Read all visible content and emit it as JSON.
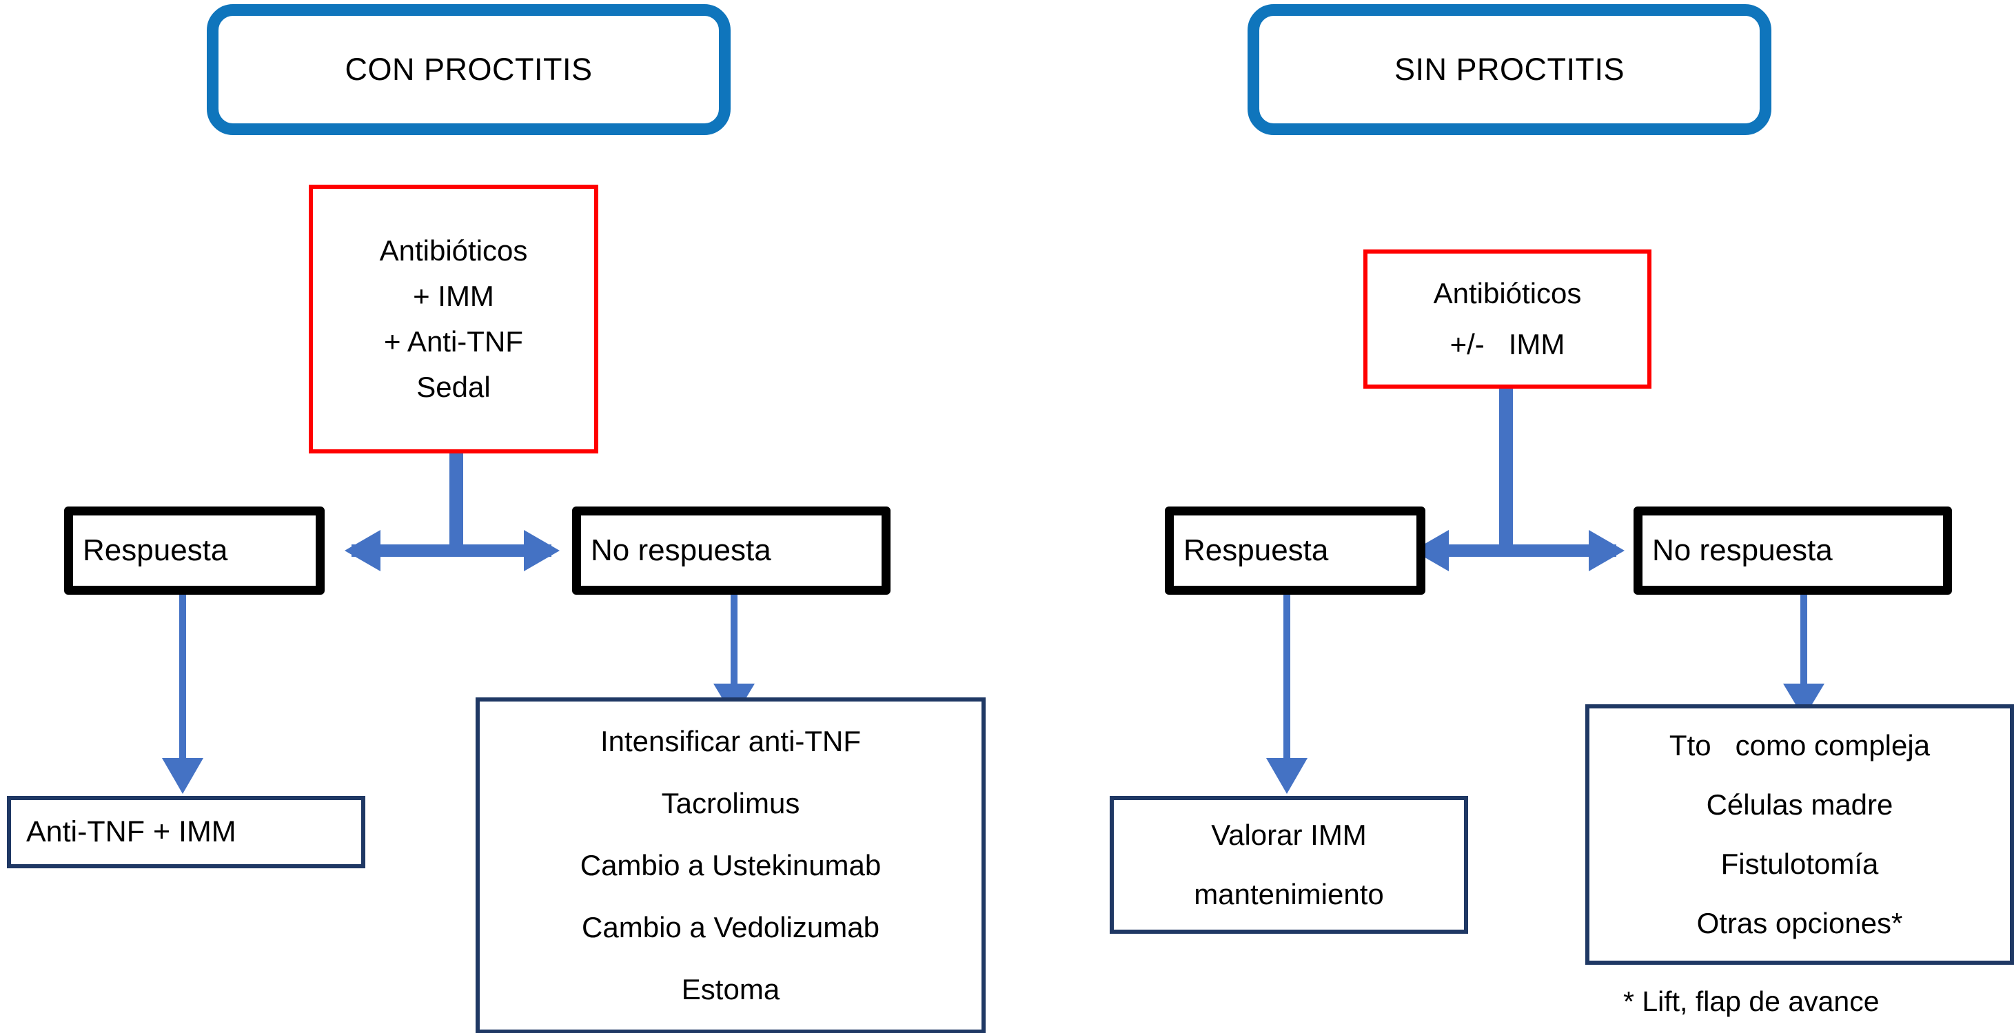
{
  "diagram": {
    "title_left": "CON PROCTITIS",
    "title_right": "SIN PROCTITIS",
    "colors": {
      "header_border": "#0F75BC",
      "treatment_border": "#FF0000",
      "decision_border": "#000000",
      "outcome_border": "#1F3864",
      "connector": "#4472C4"
    }
  },
  "left_branch": {
    "header": "CON PROCTITIS",
    "treatment": {
      "line1": "Antibióticos",
      "line2": "+ IMM",
      "line3": "+ Anti-TNF",
      "line4": "Sedal"
    },
    "decision_yes": "Respuesta",
    "decision_no": "No respuesta",
    "outcome_yes": {
      "line1": "Anti-TNF + IMM"
    },
    "outcome_no": {
      "line1": "Intensificar anti-TNF",
      "line2": "Tacrolimus",
      "line3": "Cambio a Ustekinumab",
      "line4": "Cambio a Vedolizumab",
      "line5": "Estoma"
    }
  },
  "right_branch": {
    "header": "SIN PROCTITIS",
    "treatment": {
      "line1": "Antibióticos",
      "line2": "+/-   IMM"
    },
    "decision_yes": "Respuesta",
    "decision_no": "No respuesta",
    "outcome_yes": {
      "line1": "Valorar IMM",
      "line2": "mantenimiento"
    },
    "outcome_no": {
      "line1": "Tto   como compleja",
      "line2": "Células madre",
      "line3": "Fistulotomía",
      "line4": "Otras opciones*"
    },
    "footnote": "* Lift, flap de avance"
  }
}
